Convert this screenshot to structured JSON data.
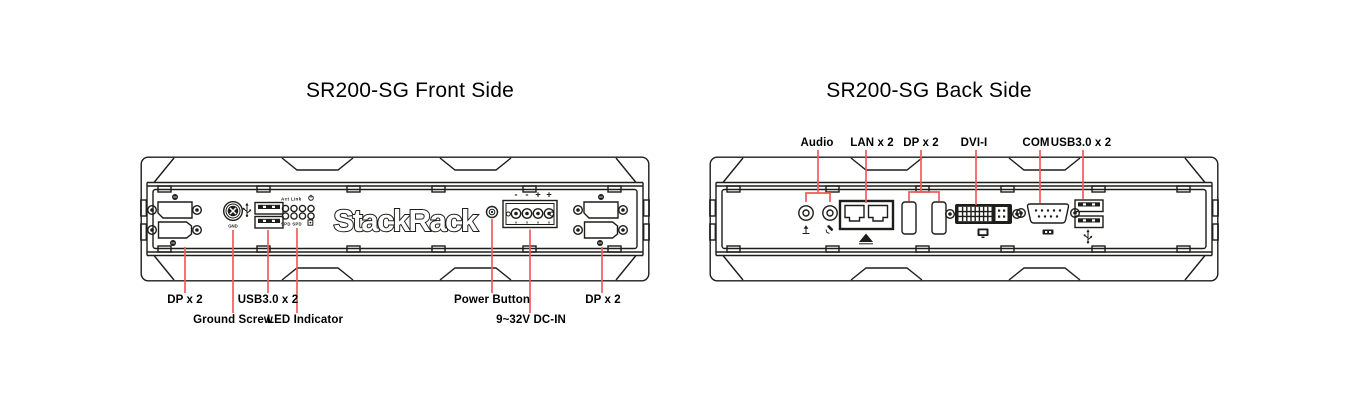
{
  "front": {
    "title": "SR200-SG Front Side",
    "panel": {
      "logo": "StackRack",
      "led_row_top": "Act Link",
      "led_row_bottom": "SPD SPD",
      "ground_mark": "GND",
      "dc_marks": [
        "-",
        "-",
        "+",
        "+"
      ]
    },
    "labels": {
      "dp_left": "DP x 2",
      "ground": "Ground Screw",
      "usb": "USB3.0 x 2",
      "led": "LED Indicator",
      "power": "Power Button",
      "dc_in": "9~32V DC-IN",
      "dp_right": "DP x 2"
    }
  },
  "back": {
    "title": "SR200-SG Back Side",
    "labels": {
      "audio": "Audio",
      "lan": "LAN x 2",
      "dp": "DP x 2",
      "dvi": "DVI-I",
      "com": "COM",
      "usb": "USB3.0 x 2"
    }
  },
  "colors": {
    "line_art": "#1d1d1b",
    "leader_line": "#ef5b5b",
    "logo_fill": "#ffffff",
    "background": "#ffffff"
  }
}
